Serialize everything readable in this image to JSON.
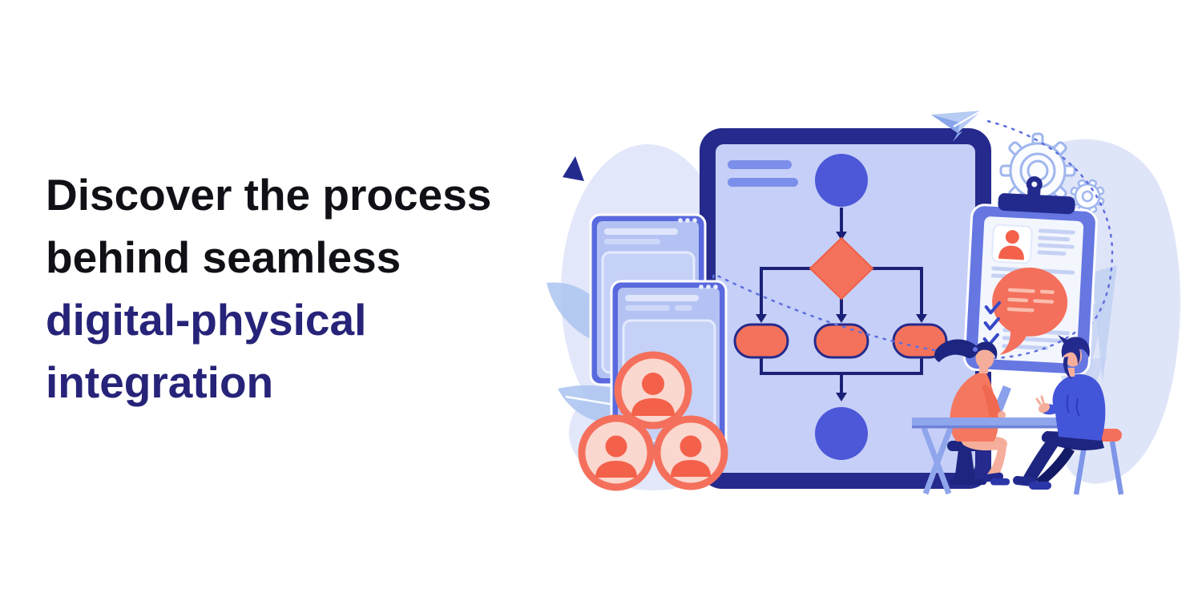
{
  "hero": {
    "heading": {
      "line1": "Discover the process",
      "line2": "behind seamless",
      "line3": "digital-physical",
      "line4": "integration",
      "primary_color": "#101016",
      "accent_color": "#262379"
    }
  },
  "illustration": {
    "description": "Flat vector illustration of a business process: tablet with flowchart, browser windows, user avatars, clipboard checklist with speech bubble, gears, paper plane, and two people talking at a desk",
    "icons": {
      "tablet": "tablet-flowchart-device",
      "flowchart_nodes": [
        "start-circle",
        "decision-diamond",
        "process-pill",
        "process-pill",
        "process-pill",
        "end-circle"
      ],
      "browser_windows": 2,
      "user_avatars": 3,
      "clipboard": "clipboard-checklist",
      "checkmarks": 3,
      "gears": 2,
      "paper_plane": "paper-plane",
      "people": [
        "woman-with-laptop",
        "man-gesturing"
      ]
    },
    "colors": {
      "navy": "#252a8c",
      "periwinkle": "#5a69dd",
      "tablet_screen": "#c6cff7",
      "coral": "#f4705c",
      "coral_light": "#fad7cf",
      "node_blue": "#4c58d8",
      "lavender_blob": "#e2e7fa",
      "leaf_blue": "#abc4f0",
      "skin": "#f5ae9b",
      "sweater_blue": "#4355d8",
      "table_periwinkle": "#8fa5ec",
      "gear_outline": "#9fb6ee"
    }
  }
}
